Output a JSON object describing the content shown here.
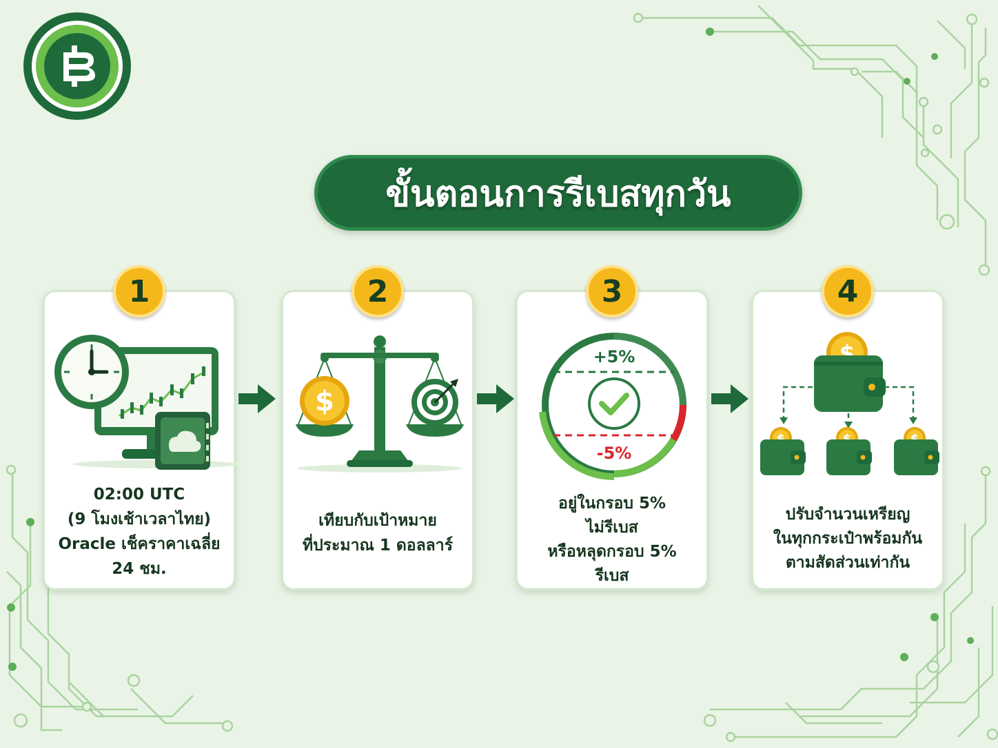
{
  "title": "ขั้นตอนการรีเบสทุกวัน",
  "logo": {
    "icon": "baht-coin-logo",
    "colors": {
      "outer": "#1f6a3a",
      "ring": "#6cbf4a",
      "inner": "#1f6a3a"
    }
  },
  "colors": {
    "primary_green": "#1f6a3a",
    "accent_gold": "#f4b81a",
    "alert_red": "#d9262b",
    "background": "#eaf4e6"
  },
  "steps": [
    {
      "number": "1",
      "icon": "clock-monitor-server-icon",
      "lines": [
        "02:00 UTC",
        "(9 โมงเช้าเวลาไทย)",
        "Oracle เช็คราคาเฉลี่ย",
        "24 ชม."
      ]
    },
    {
      "number": "2",
      "icon": "balance-scale-icon",
      "lines": [
        "เทียบกับเป้าหมาย",
        "ที่ประมาณ 1 ดอลลาร์"
      ]
    },
    {
      "number": "3",
      "icon": "threshold-gauge-icon",
      "upper_label": "+5%",
      "lower_label": "-5%",
      "lines": [
        "อยู่ในกรอบ 5%",
        "ไม่รีเบส",
        "หรือหลุดกรอบ 5%",
        "รีเบส"
      ]
    },
    {
      "number": "4",
      "icon": "wallet-distribution-icon",
      "coin_symbol": "$",
      "lines": [
        "ปรับจำนวนเหรียญ",
        "ในทุกกระเป๋าพร้อมกัน",
        "ตามสัดส่วนเท่ากัน"
      ]
    }
  ],
  "arrows": [
    "arrow-right-icon",
    "arrow-right-icon",
    "arrow-right-icon"
  ]
}
